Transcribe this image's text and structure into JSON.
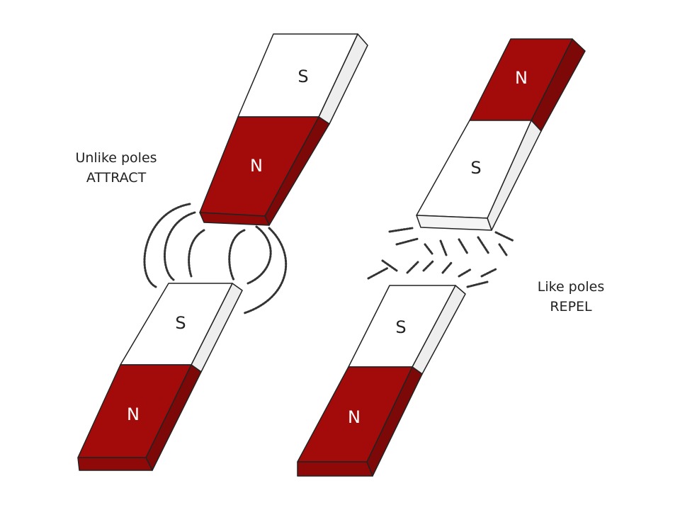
{
  "colors": {
    "north": "#a30b0b",
    "north_side": "#7d0808",
    "south": "#ffffff",
    "south_side": "#eeeeee",
    "outline": "#222222",
    "field": "#333333"
  },
  "labels": {
    "attract_line1": "Unlike poles",
    "attract_line2": "ATTRACT",
    "repel_line1": "Like poles",
    "repel_line2": "REPEL"
  },
  "magnets": {
    "left_top": {
      "top_pole": "S",
      "bottom_pole": "N"
    },
    "left_bottom": {
      "top_pole": "S",
      "bottom_pole": "N"
    },
    "right_top": {
      "top_pole": "N",
      "bottom_pole": "S"
    },
    "right_bottom": {
      "top_pole": "S",
      "bottom_pole": "N"
    }
  }
}
